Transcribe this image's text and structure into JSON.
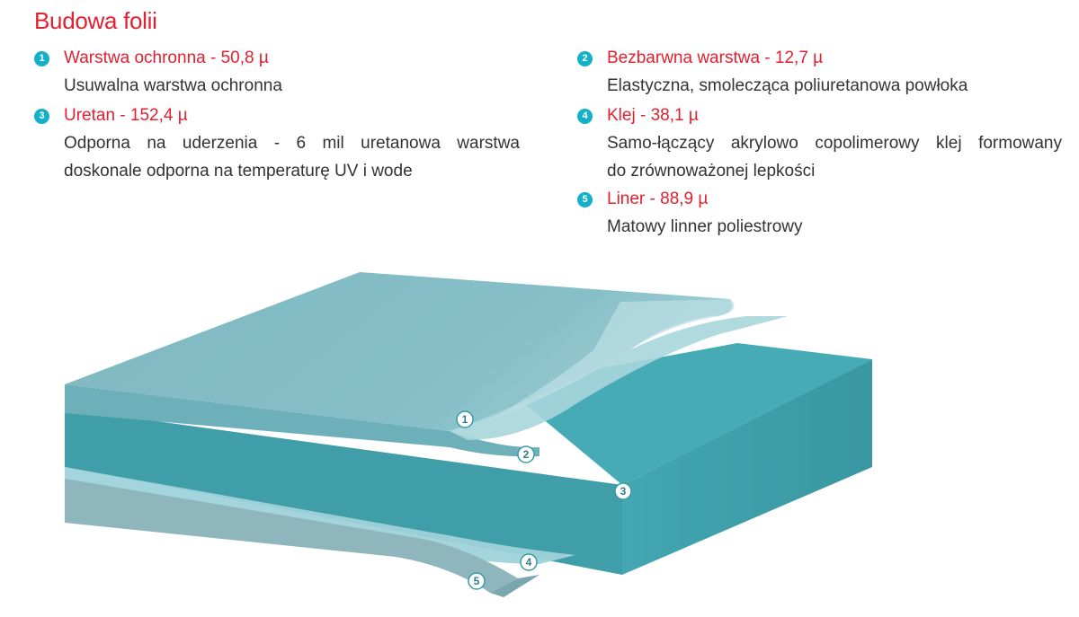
{
  "title": "Budowa folii",
  "layers": [
    {
      "number": "1",
      "title": "Warstwa ochronna - 50,8 µ",
      "desc": "Usuwalna warstwa ochronna"
    },
    {
      "number": "2",
      "title": "Bezbarwna warstwa - 12,7 µ",
      "desc": "Elastyczna, smolecząca poliuretanowa powłoka"
    },
    {
      "number": "3",
      "title": "Uretan - 152,4 µ",
      "desc_lines": [
        "Odporna na uderzenia - 6 mil uretanowa warstwa",
        "doskonale odporna na temperaturę UV i wode"
      ]
    },
    {
      "number": "4",
      "title": "Klej - 38,1 µ",
      "desc_lines": [
        "Samo-łączący akrylowo copolimerowy klej formowany",
        "do zrównoważonej lepkości"
      ]
    },
    {
      "number": "5",
      "title": "Liner - 88,9 µ",
      "desc": "Matowy linner poliestrowy"
    }
  ],
  "colors": {
    "title_red": "#e3202f",
    "badge_teal": "#13b1c8",
    "top_face": "#82bdc6",
    "urethane_front": "#3f9ea8",
    "urethane_side": "#3b9da7",
    "liner": "#8fb5bd"
  }
}
